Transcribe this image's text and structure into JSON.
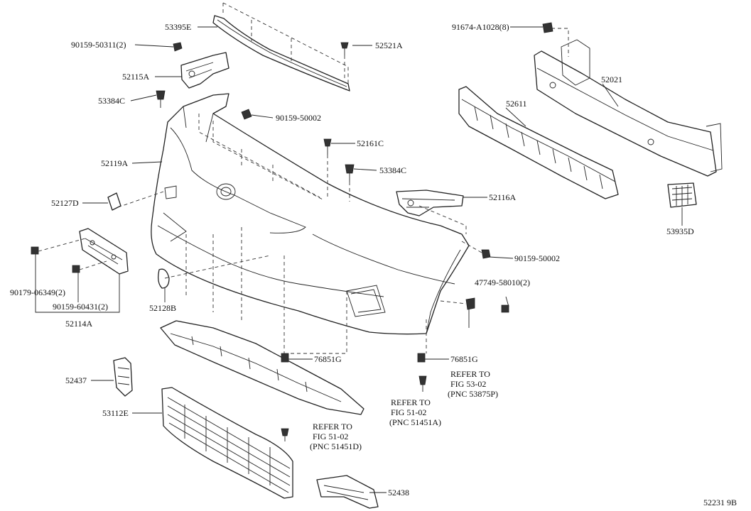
{
  "labels": {
    "p53395E": "53395E",
    "p90159_50311": "90159-50311(2)",
    "p52521A": "52521A",
    "p52115A": "52115A",
    "p53384C_top": "53384C",
    "p90159_50002_top": "90159-50002",
    "p52161C": "52161C",
    "p53384C_mid": "53384C",
    "p52119A": "52119A",
    "p52127D": "52127D",
    "p52116A": "52116A",
    "p90179_06349": "90179-06349(2)",
    "p90159_60431": "90159-60431(2)",
    "p52114A": "52114A",
    "p52128B": "52128B",
    "p90159_50002_right": "90159-50002",
    "p47749_58010": "47749-58010(2)",
    "p76851G_left": "76851G",
    "p76851G_right": "76851G",
    "p52437": "52437",
    "p53112E": "53112E",
    "p52438": "52438",
    "p91674_A1028": "91674-A1028(8)",
    "p52021": "52021",
    "p52611": "52611",
    "p53935D": "53935D",
    "diagram_id": "52231 9B"
  },
  "refs": {
    "ref_5302": [
      "REFER TO",
      "FIG 53-02",
      "(PNC 53875P)"
    ],
    "ref_5102_a": [
      "REFER TO",
      "FIG 51-02",
      "(PNC 51451A)"
    ],
    "ref_5102_d": [
      "REFER TO",
      "FIG 51-02",
      "(PNC 51451D)"
    ]
  }
}
